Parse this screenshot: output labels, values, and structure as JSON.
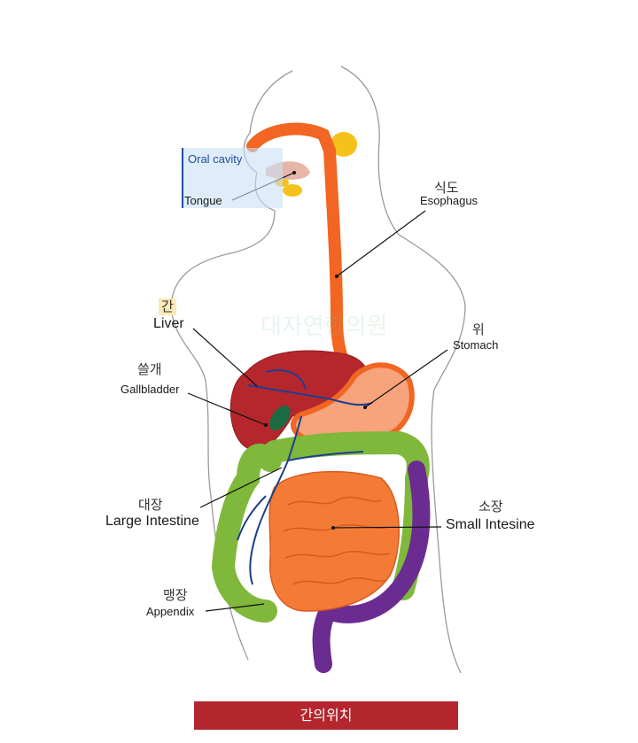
{
  "labels": {
    "oral_cavity": "Oral cavity",
    "tongue": "Tongue",
    "esophagus_ko": "식도",
    "esophagus_en": "Esophagus",
    "liver_ko": "간",
    "liver_en": "Liver",
    "stomach_ko": "위",
    "stomach_en": "Stomach",
    "gallbladder_ko": "쓸개",
    "gallbladder_en": "Gallbladder",
    "large_intestine_ko": "대장",
    "large_intestine_en": "Large Intestine",
    "small_intestine_ko": "소장",
    "small_intestine_en": "Small Intesine",
    "appendix_ko": "맹장",
    "appendix_en": "Appendix"
  },
  "watermark": "대자연한의원",
  "caption": "간의위치",
  "colors": {
    "esophagus": "#f26522",
    "liver": "#b5272d",
    "stomach": "#f7a37c",
    "large_intestine": "#7fb83b",
    "small_intestine": "#f47b36",
    "rectum": "#6b2c91",
    "vessels": "#1e3f8f",
    "gallbladder": "#1b6b43",
    "salivary": "#f5c21b",
    "footer": "#b3262d"
  }
}
